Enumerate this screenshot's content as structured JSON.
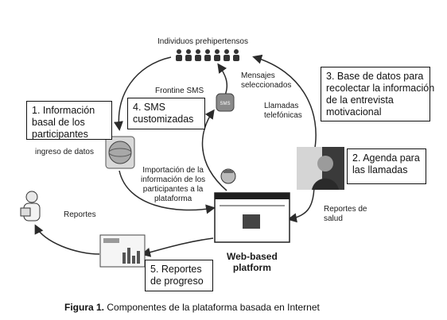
{
  "labels": {
    "individuos": "Individuos prehipertensos",
    "mensajes": "Mensajes\nseleccionados",
    "frontline": "Frontine SMS",
    "llamadas": "Llamadas\ntelefónicas",
    "ingreso": "ingreso de datos",
    "importacion": "Importación de la\ninformación de los\nparticipantes a la\nplataforma",
    "reportes": "Reportes",
    "reportes_salud": "Reportes de\nsalud",
    "web_platform": "Web-based\nplatform",
    "sms_icon": "SMS"
  },
  "boxes": {
    "b1": "1. Información\nbasal de los\nparticipantes",
    "b2": "2. Agenda para\nlas llamadas",
    "b3": "3. Base de datos para\nrecolectar la información\nde la entrevista\nmotivacional",
    "b4": "4. SMS\ncustomizadas",
    "b5": "5. Reportes\nde progreso"
  },
  "caption": {
    "prefix": "Figura 1.",
    "text": " Componentes de la plataforma basada en Internet"
  },
  "colors": {
    "line": "#2b2b2b",
    "box_border": "#111111"
  }
}
